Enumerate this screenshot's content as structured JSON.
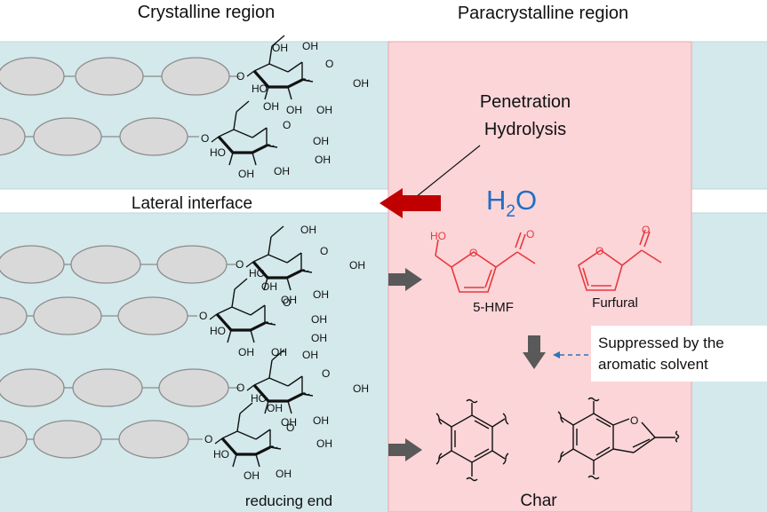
{
  "labels": {
    "crystalline_region": "Crystalline region",
    "paracrystalline_region": "Paracrystalline region",
    "penetration": "Penetration",
    "hydrolysis": "Hydrolysis",
    "lateral_interface": "Lateral interface",
    "water_H": "H",
    "water_sub": "2",
    "water_O": "O",
    "hmf": "5-HMF",
    "furfural": "Furfural",
    "suppressed_line1": "Suppressed by the",
    "suppressed_line2": "aromatic solvent",
    "reducing_end": "reducing end",
    "char": "Char"
  },
  "atoms": {
    "OH": "OH",
    "HO": "HO",
    "O": "O"
  },
  "colors": {
    "crystalline_fill": "#d3e9ec",
    "paracrystalline_fill": "#fbd5d8",
    "paracrystalline_border": "#e8a6ae",
    "red_arrow": "#c00000",
    "grey_arrow": "#595959",
    "water_text": "#1f6fc6",
    "product_red": "#e8383d",
    "dashed_arrow": "#2e75b6"
  }
}
